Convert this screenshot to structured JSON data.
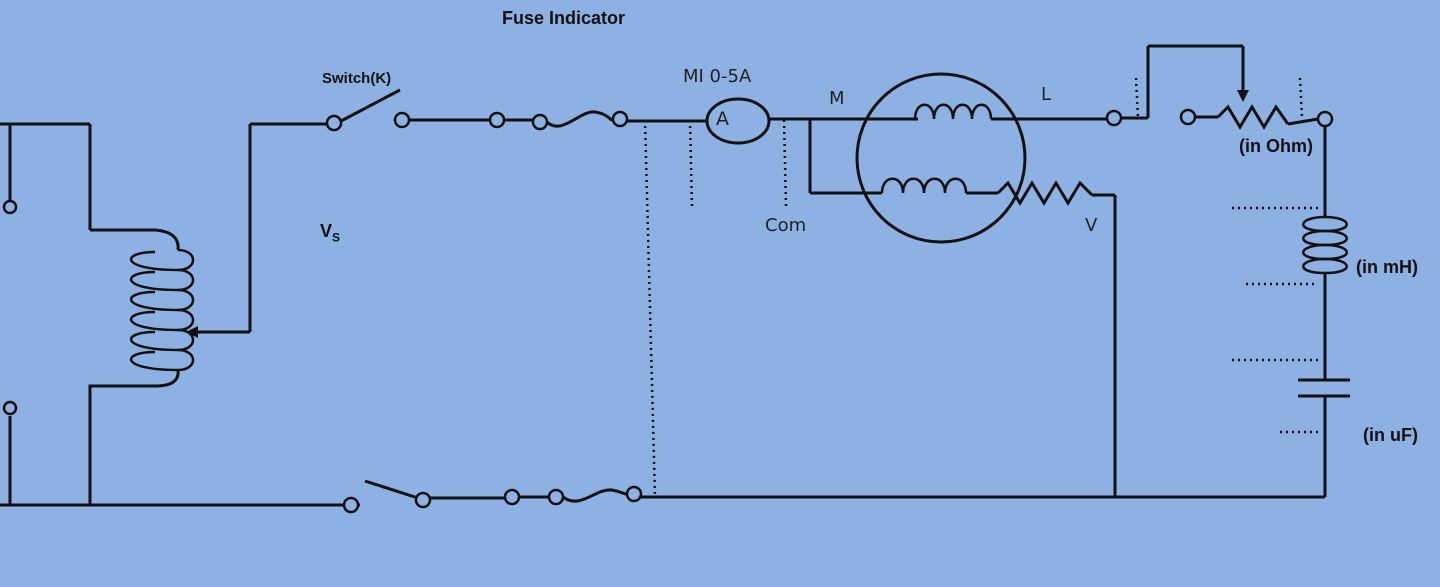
{
  "labels": {
    "fuse_indicator": "Fuse Indicator",
    "switch": "Switch(K)",
    "vs_main": "V",
    "vs_sub": "S",
    "meter": "MI 0-5A",
    "ammeter": "A",
    "m": "M",
    "l": "L",
    "com": "Com",
    "v": "V",
    "ohm": "(in Ohm)",
    "mh": "(in mH)",
    "uf": "(in uF)"
  }
}
